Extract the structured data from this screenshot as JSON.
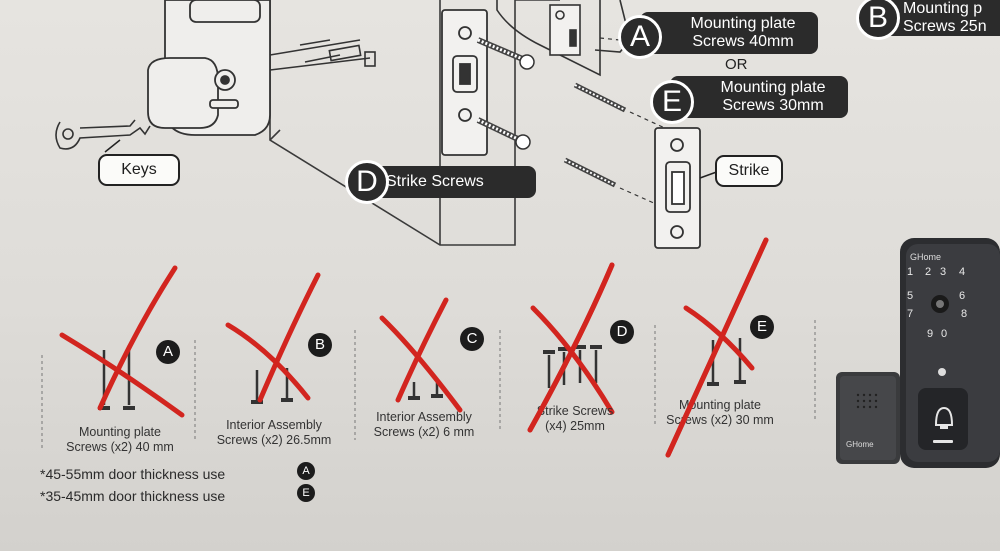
{
  "labels": {
    "keys": "Keys",
    "strike_screws": "Strike Screws",
    "strike": "Strike",
    "or": "OR",
    "letter_a": "A",
    "letter_b": "B",
    "letter_d": "D",
    "letter_e": "E",
    "mounting_a_line1": "Mounting plate",
    "mounting_a_line2": "Screws 40mm",
    "mounting_b_line1": "Mounting p",
    "mounting_b_line2": "Screws 25n",
    "mounting_e_line1": "Mounting plate",
    "mounting_e_line2": "Screws 30mm"
  },
  "screw_items": [
    {
      "letter": "A",
      "line1": "Mounting plate",
      "line2": "Screws (x2) 40 mm"
    },
    {
      "letter": "B",
      "line1": "Interior Assembly",
      "line2": "Screws (x2) 26.5mm"
    },
    {
      "letter": "C",
      "line1": "Interior Assembly",
      "line2": "Screws (x2) 6 mm"
    },
    {
      "letter": "D",
      "line1": "Strike Screws",
      "line2": "(x4) 25mm"
    },
    {
      "letter": "E",
      "line1": "Mounting plate",
      "line2": "Screws (x2) 30 mm"
    }
  ],
  "notes": [
    {
      "text": "*45-55mm door thickness use",
      "letter": "A"
    },
    {
      "text": "*35-45mm door thickness use",
      "letter": "E"
    }
  ],
  "product": {
    "brand": "GHome",
    "keypad": [
      "1",
      "2",
      "3",
      "4",
      "5",
      "6",
      "7",
      "8",
      "9",
      "0"
    ]
  },
  "colors": {
    "cross": "#d2251f",
    "ink": "#2b2b2b",
    "paper": "#e4e2de"
  }
}
